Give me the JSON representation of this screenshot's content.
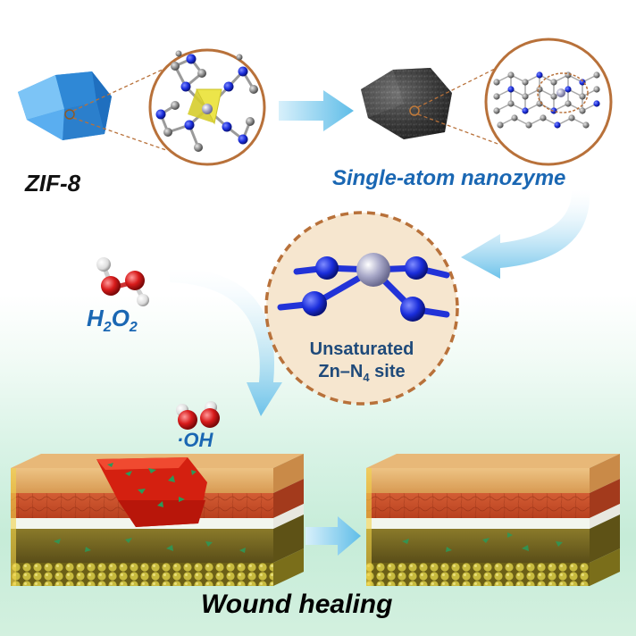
{
  "labels": {
    "zif8": "ZIF-8",
    "single_atom": "Single-atom nanozyme",
    "h2o2_h": "H",
    "h2o2_sub1": "2",
    "h2o2_o": "O",
    "h2o2_sub2": "2",
    "hydroxyl": "·OH",
    "site_line1": "Unsaturated",
    "site_line2_a": "Zn–N",
    "site_line2_sub": "4",
    "site_line2_b": " site",
    "wound_healing": "Wound healing"
  },
  "colors": {
    "zif8_crystal": "#3a93e0",
    "nanozyme": "#3a3a3a",
    "zoom_circle": "#b8713a",
    "arrow": "#7cc8ee",
    "nitrogen": "#1a2ddb",
    "zinc": "#a8a8c8",
    "carbon": "#8c8c8c",
    "oxygen": "#d81b1b",
    "hydrogen": "#e6e6e6",
    "zn_tetrahedron": "#e7e04a",
    "skin_top": "#e0a55a",
    "skin_dermis": "#c8502a",
    "wound_blood": "#d42010",
    "subcutaneous": "#7a6a20",
    "label_blue": "#1a67b3"
  }
}
